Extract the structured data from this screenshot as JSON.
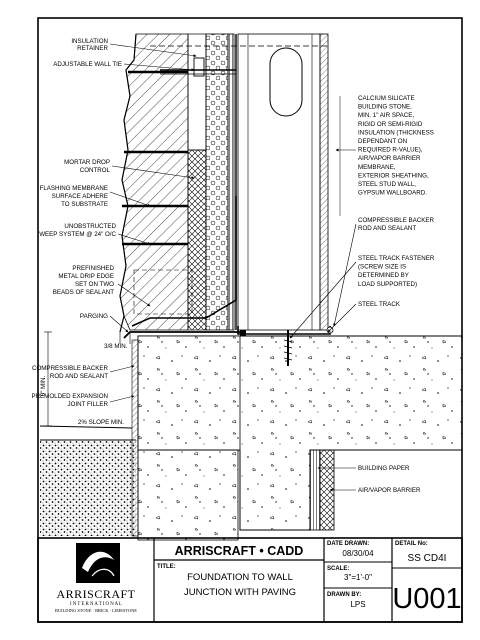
{
  "labels": {
    "insulation_retainer_1": "INSULATION",
    "insulation_retainer_2": "RETAINER",
    "adjustable_wall_tie": "ADJUSTABLE WALL TIE",
    "mortar_drop_1": "MORTAR DROP",
    "mortar_drop_2": "CONTROL",
    "flashing_1": "FLASHING MEMBRANE",
    "flashing_2": "SURFACE ADHERE",
    "flashing_3": "TO SUBSTRATE",
    "weep_1": "UNOBSTRUCTED",
    "weep_2": "WEEP SYSTEM @ 24\" O/C",
    "drip_1": "PREFINISHED",
    "drip_2": "METAL DRIP EDGE",
    "drip_3": "SET ON TWO",
    "drip_4": "BEADS OF SEALANT",
    "parging": "PARGING",
    "dim_3_8": "3/8 MIN.",
    "dim_6": "6\" MIN.",
    "backer_left_1": "COMPRESSIBLE BACKER",
    "backer_left_2": "ROD AND SEALANT",
    "premolded_1": "PREMOLDED EXPANSION",
    "premolded_2": "JOINT FILLER",
    "slope": "2% SLOPE MIN.",
    "assembly": [
      "CALCIUM SILICATE",
      "BUILDING STONE,",
      "MIN. 1\" AIR SPACE,",
      "RIGID OR SEMI-RIGID",
      "INSULATION (THICKNESS",
      "DEPENDANT ON",
      "REQUIRED R-VALUE),",
      "AIR/VAPOR BARRIER",
      "MEMBRANE,",
      "EXTERIOR SHEATHING,",
      "STEEL STUD WALL,",
      "GYPSUM WALLBOARD."
    ],
    "backer_right_1": "COMPRESSIBLE BACKER",
    "backer_right_2": "ROD AND SEALANT",
    "fastener": [
      "STEEL TRACK FASTENER",
      "(SCREW SIZE IS",
      "DETERMINED BY",
      "LOAD SUPPORTED)"
    ],
    "steel_track": "STEEL TRACK",
    "building_paper": "BUILDING PAPER",
    "air_vapor": "AIR/VAPOR BARRIER"
  },
  "title_block": {
    "company_name": "ARRISCRAFT • CADD",
    "logo_name": "ARRISCRAFT",
    "logo_sub": "I N T E R N A T I O N A L",
    "logo_tag": "BUILDING STONE · BRICK · LIMESTONE",
    "title_label": "TITLE:",
    "title_line1": "FOUNDATION TO WALL",
    "title_line2": "JUNCTION WITH PAVING",
    "date_label": "DATE DRAWN:",
    "date_value": "08/30/04",
    "scale_label": "SCALE:",
    "scale_value": "3\"=1'-0\"",
    "drawn_label": "DRAWN BY:",
    "drawn_value": "LPS",
    "detail_label": "DETAIL No:",
    "detail_code": "SS CD4I",
    "detail_number": "U001"
  }
}
